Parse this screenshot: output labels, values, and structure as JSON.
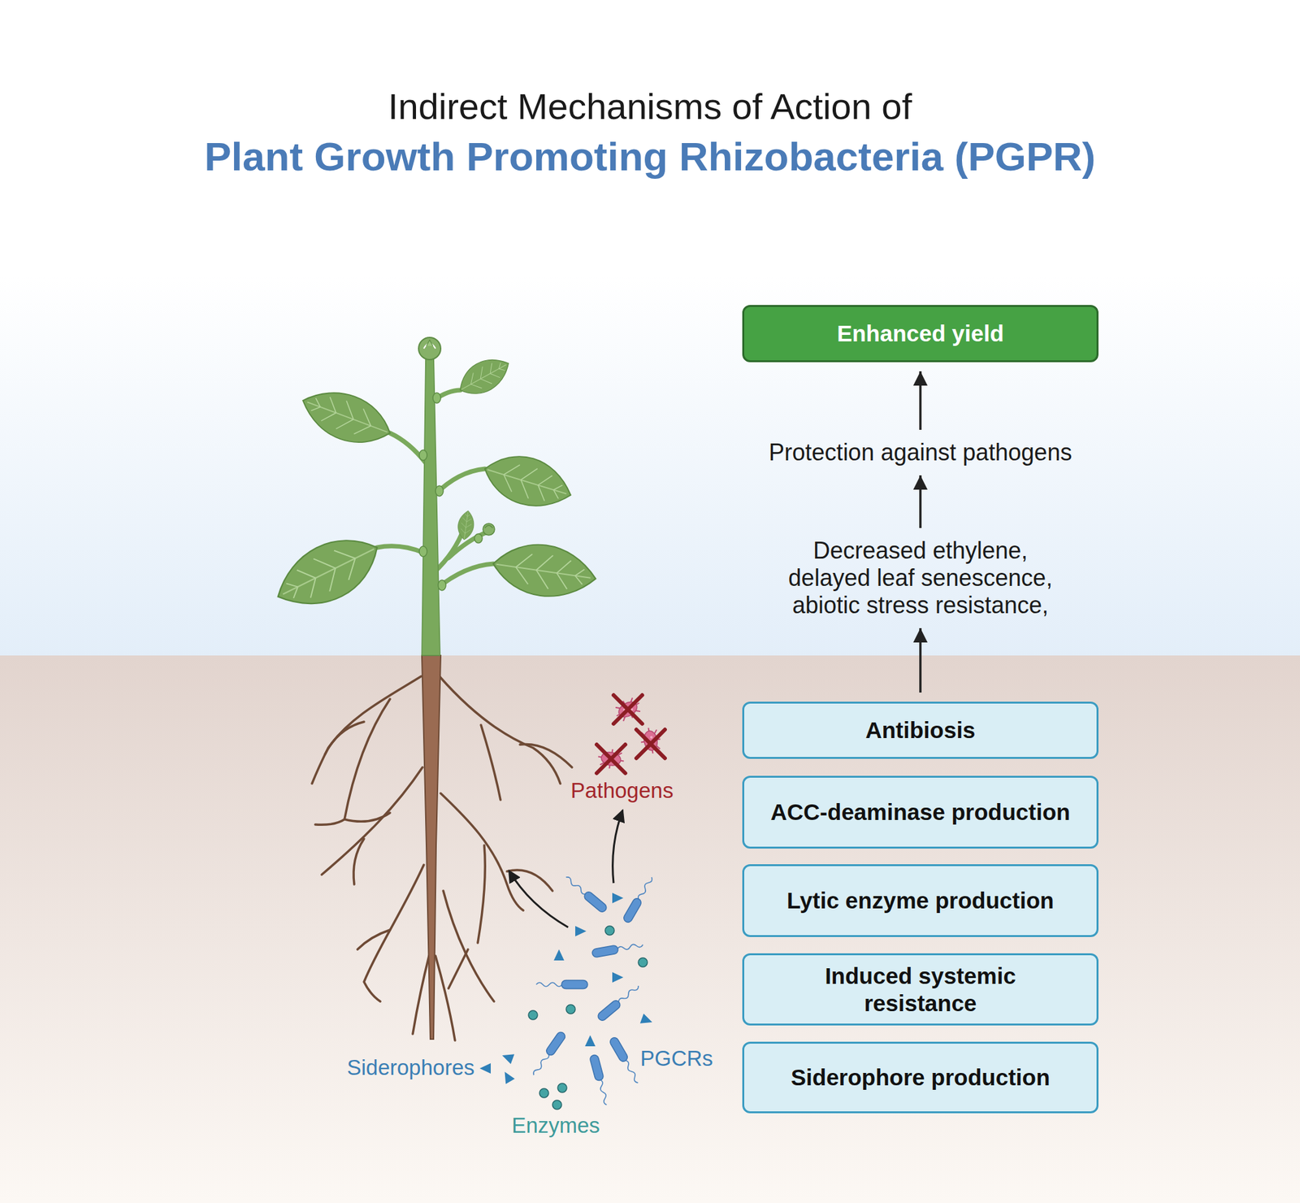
{
  "diagram": {
    "title": "Indirect Mechanisms of Action of",
    "nodes": [
      {
        "text": [
          "Enhanced yield"
        ]
      },
      {
        "text": [
          "Protection against pathogens"
        ]
      },
      {
        "text": [
          "Decreased ethylene, delayed leaf senescence, abiotic stress resistance,"
        ]
      },
      {
        "text": [
          "Antibiosis"
        ]
      },
      {
        "text": [
          "ACC-deaminase production"
        ]
      },
      {
        "text": [
          "Lytic enzyme production"
        ]
      },
      {
        "text": [
          "Induced systemic resistance"
        ]
      },
      {
        "text": [
          "Siderophore production"
        ]
      }
    ],
    "edges": [
      {
        "from": 3,
        "to": 2,
        "arrow": "to"
      },
      {
        "from": 2,
        "to": 1,
        "arrow": "to"
      },
      {
        "from": 1,
        "to": 0,
        "arrow": "to"
      }
    ],
    "labels": [
      "Plant Growth Promoting Rhizobacteria (PGPR)",
      "Pathogens",
      "Siderophores",
      "PGCRs",
      "Enzymes"
    ]
  }
}
